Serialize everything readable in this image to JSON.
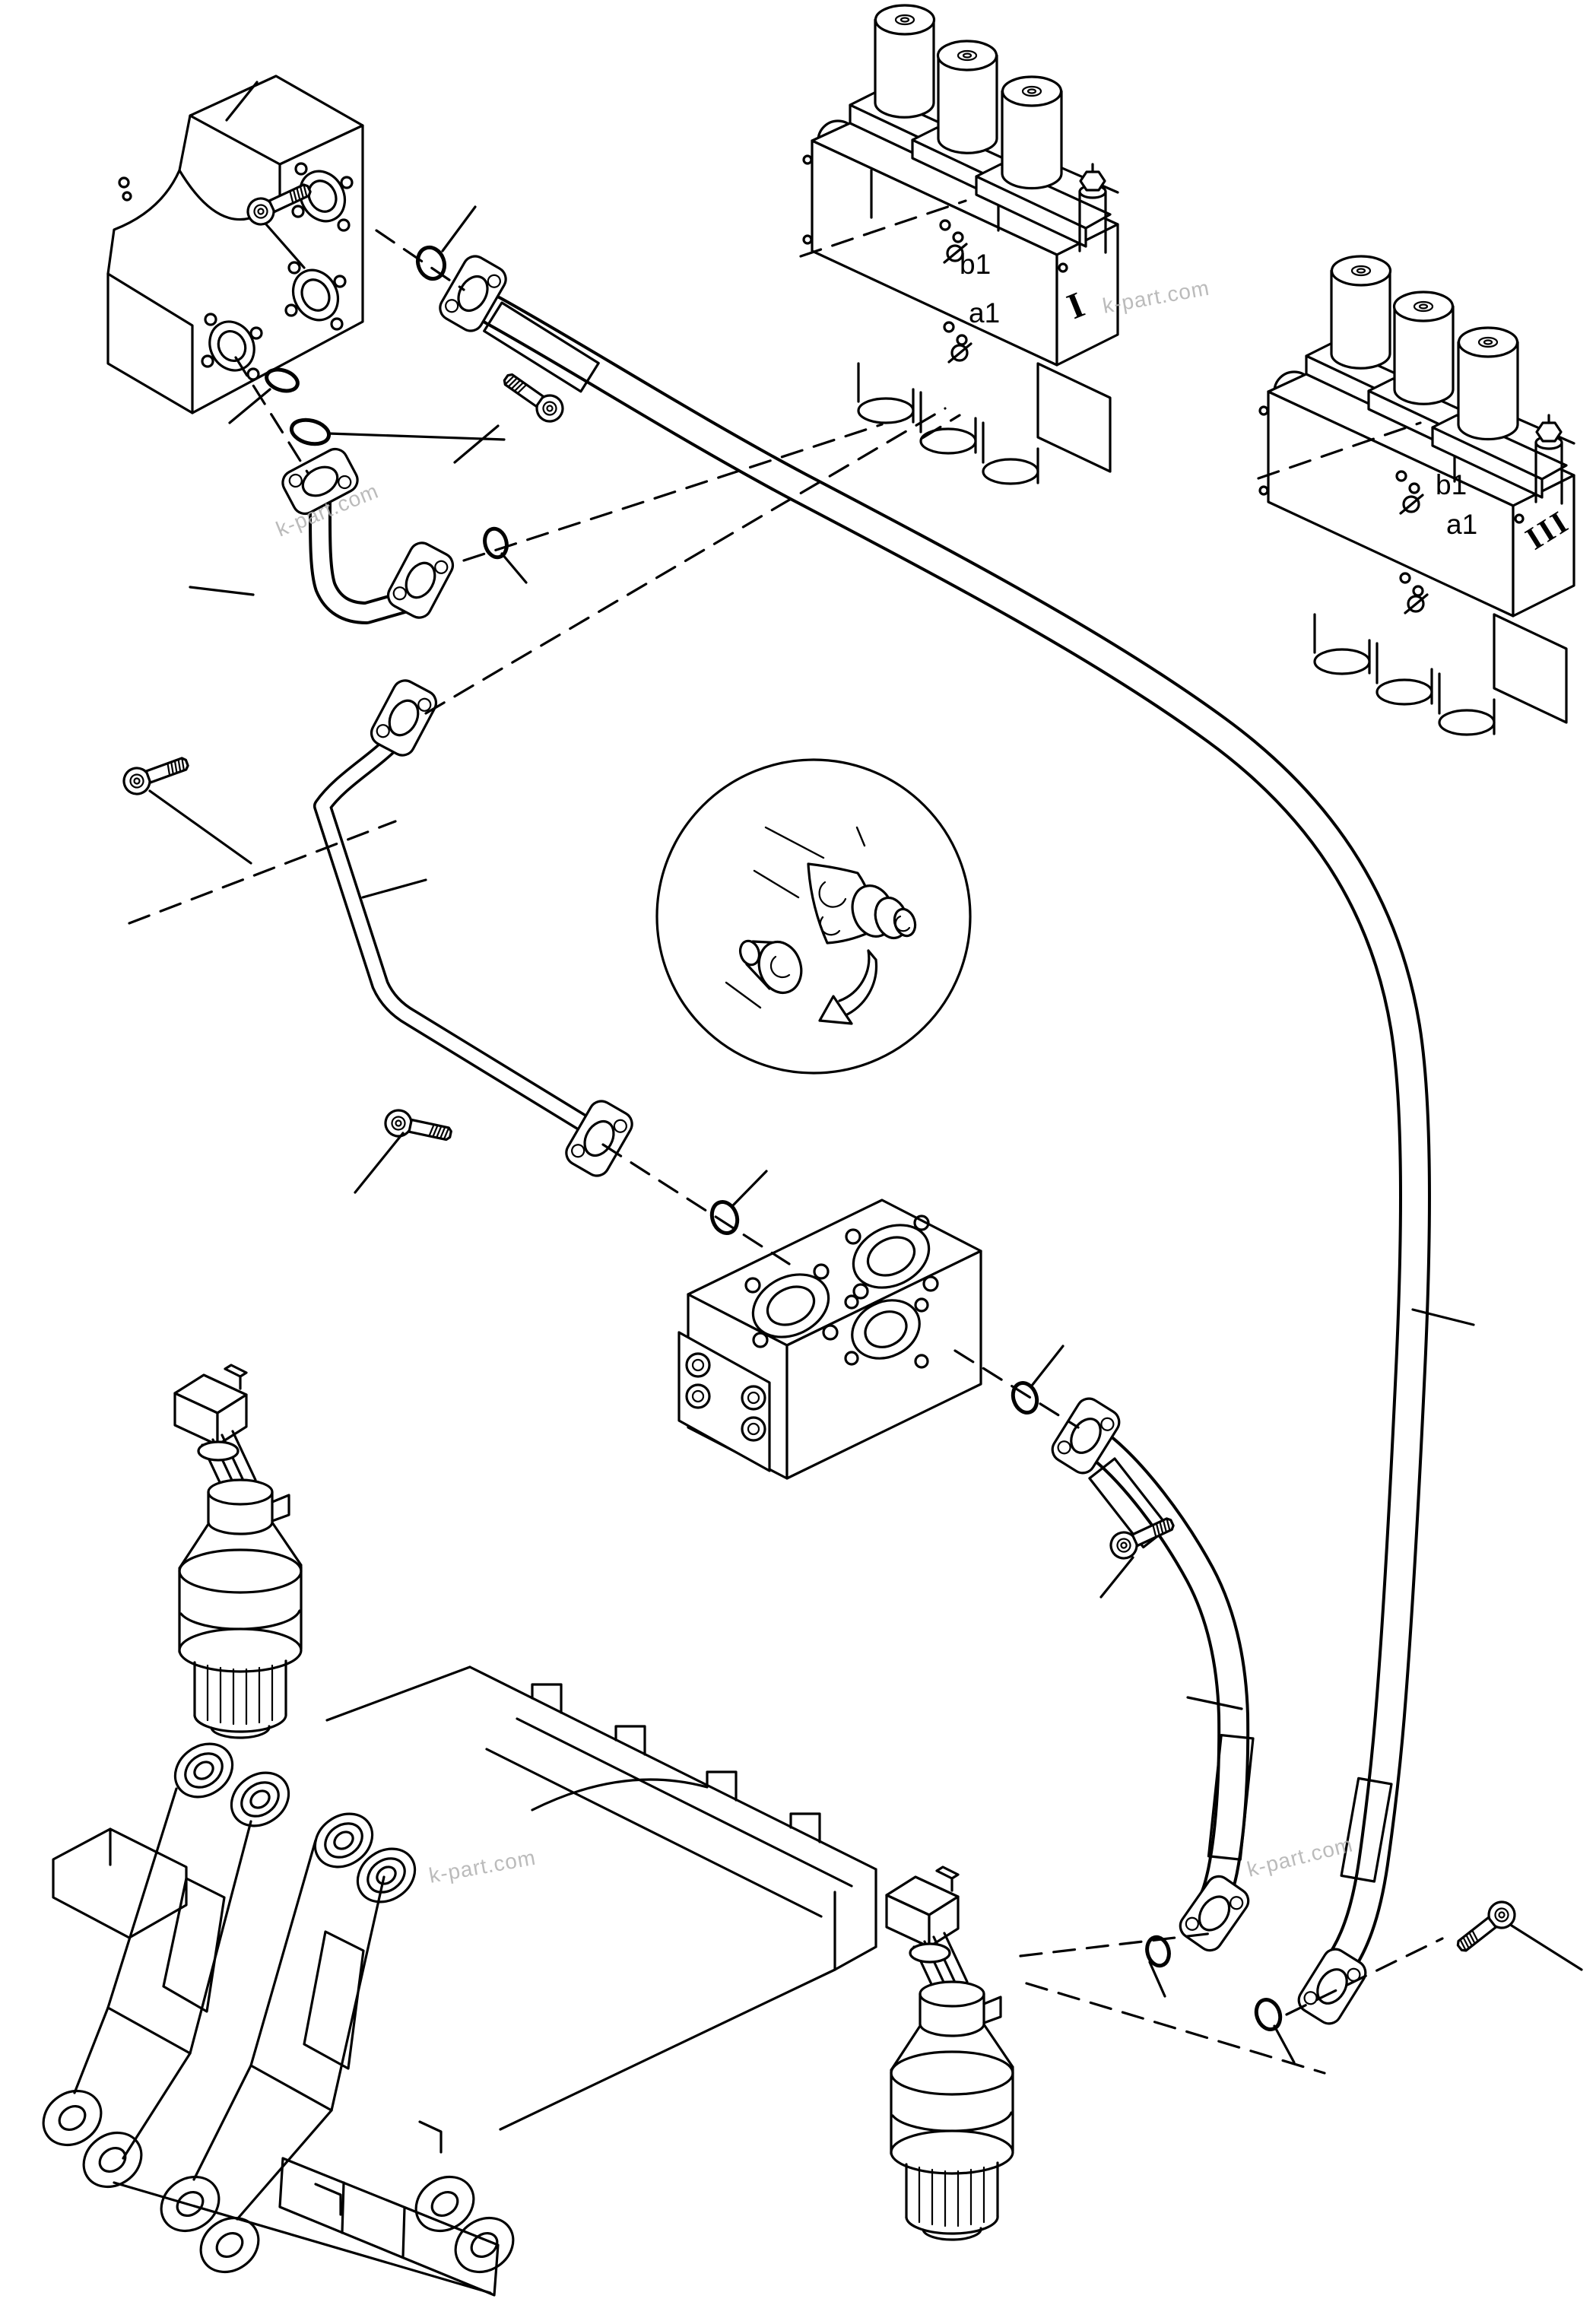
{
  "diagram": {
    "watermark_text": "k-part.com",
    "background_color": "#ffffff",
    "line_color": "#000000",
    "watermark_color": "#b0b0b0",
    "valve_block_1": {
      "marking": "I",
      "port_b_label": "b1",
      "port_a_label": "a1"
    },
    "valve_block_3": {
      "marking": "III",
      "port_b_label": "b1",
      "port_a_label": "a1"
    }
  }
}
